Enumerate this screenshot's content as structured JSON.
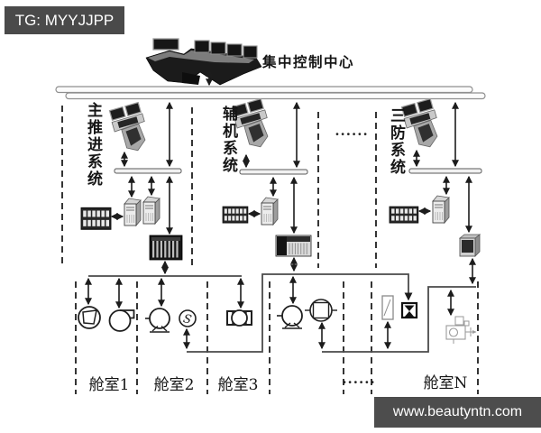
{
  "watermarks": {
    "top": "TG: MYYJJPP",
    "bottom": "www.beautyntn.com"
  },
  "title": "集中控制中心",
  "sections": [
    {
      "id": "main-propulsion",
      "label": "主推进系统"
    },
    {
      "id": "auxiliary-machinery",
      "label": "辅机系统"
    },
    {
      "id": "three-defense",
      "label": "三防系统"
    }
  ],
  "ellipsis": {
    "top": "······",
    "bottom": "······"
  },
  "cabins": [
    {
      "label": "舱室1"
    },
    {
      "label": "舱室2"
    },
    {
      "label": "舱室3"
    },
    {
      "label": "舱室N"
    }
  ],
  "glyphs": {
    "s_device_letter": "S"
  },
  "icons": {
    "central_console": "control-console-photo",
    "operator_station": "operator-console-icon",
    "io_rack": "io-rack-icon",
    "industrial_pc": "industrial-pc-tower-icon",
    "plc": "plc-controller-icon",
    "cabinet": "local-control-cabinet-icon",
    "fan_a": "supply-fan-icon",
    "fan_b": "centrifugal-fan-icon",
    "pump": "pump-icon",
    "s_device": "s-device-icon",
    "ball_valve": "ball-valve-icon",
    "butterfly_valve": "butterfly-valve-icon",
    "damper": "damper-actuator-icon",
    "shutoff_valve": "shutoff-valve-icon",
    "hydraulic_unit": "hydraulic-unit-icon"
  },
  "colors": {
    "background": "#ffffff",
    "line": "#1c1c1c",
    "wire": "#4a4a4a",
    "watermark_bg": "#4d4d4d",
    "watermark_text": "#ffffff"
  }
}
